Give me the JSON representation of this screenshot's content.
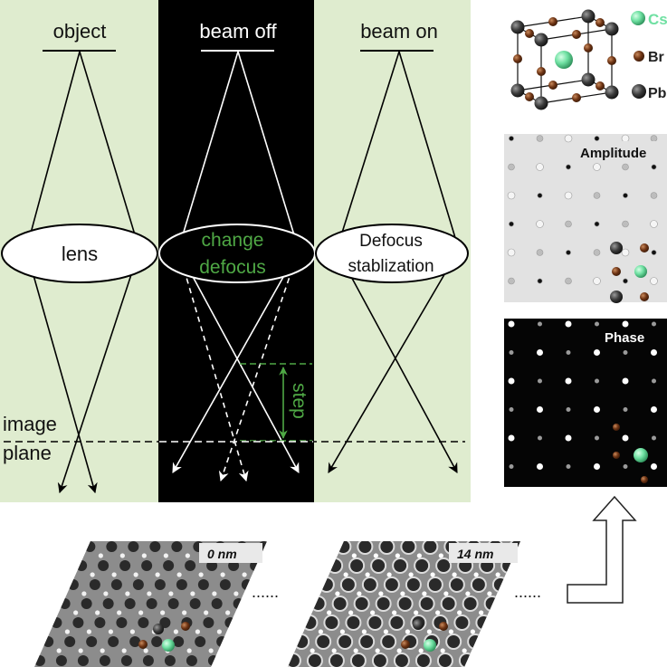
{
  "colors": {
    "panel_bg": "#dfeccf",
    "dark_bg": "#000000",
    "accent_green": "#4fa845",
    "cs_atom": "#6fe0a2",
    "br_atom": "#6e3414",
    "pb_atom": "#2f2f2f"
  },
  "columns": {
    "object": {
      "title": "object",
      "lens_label": "lens"
    },
    "beam_off": {
      "title": "beam off",
      "lens_line1": "change",
      "lens_line2": "defocus",
      "step_label": "step"
    },
    "beam_on": {
      "title": "beam on",
      "lens_line1": "Defocus",
      "lens_line2": "stablization"
    }
  },
  "image_plane": {
    "line1": "image",
    "line2": "plane"
  },
  "crystal_legend": [
    {
      "symbol": "Cs",
      "color": "#6fe0a2"
    },
    {
      "symbol": "Br",
      "color": "#6e3414"
    },
    {
      "symbol": "Pb",
      "color": "#2f2f2f"
    }
  ],
  "maps": {
    "amplitude_title": "Amplitude",
    "phase_title": "Phase"
  },
  "focal_series": {
    "first_label": "0 nm",
    "second_label": "14 nm",
    "ellipsis": "......"
  },
  "icons": {
    "arrow": "up-right-bent-arrow-icon"
  }
}
